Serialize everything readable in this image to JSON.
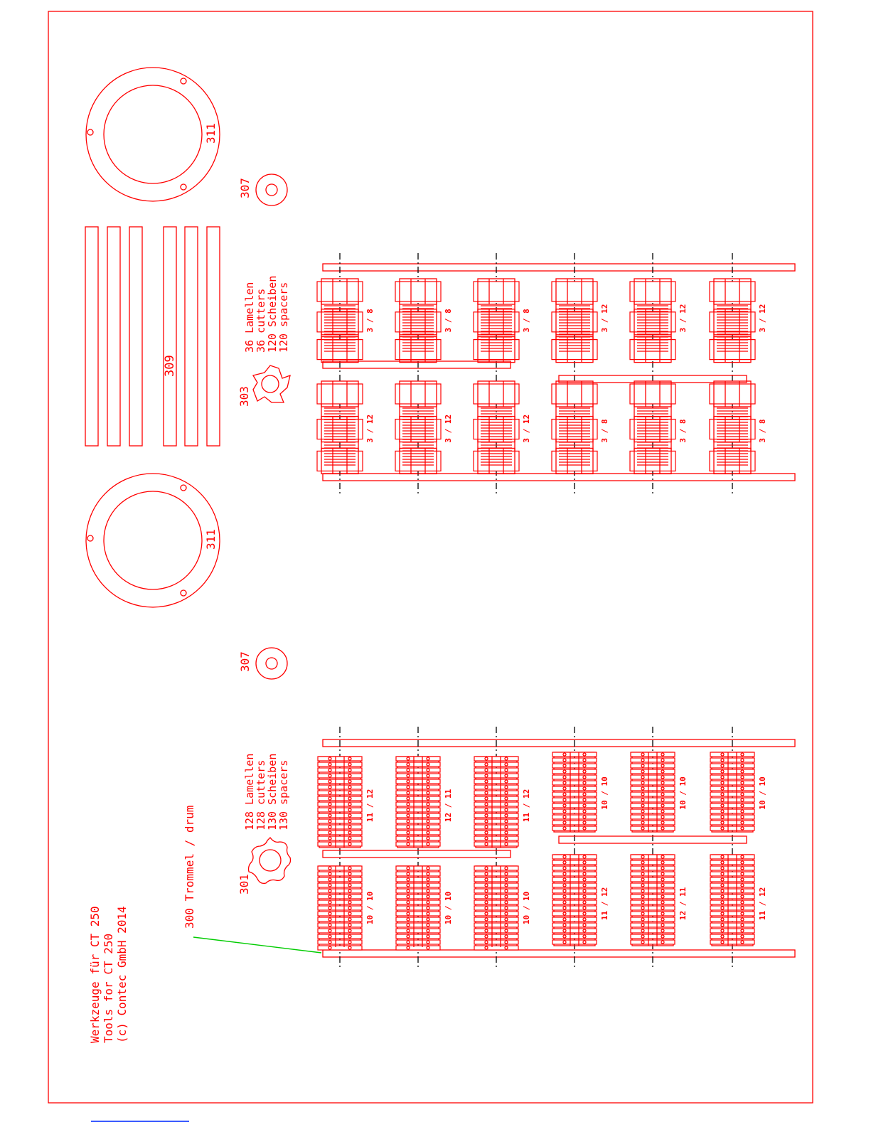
{
  "title": {
    "line1": "Werkzeuge für CT 250",
    "line2": "Tools for CT 250",
    "line3": "(c) Contec GmbH 2014"
  },
  "labels": {
    "ring_top": "311",
    "ring_bottom": "311",
    "washer_top": "307",
    "washer_bottom": "307",
    "bars": "309",
    "cutter_small": "303",
    "cutter_large": "301",
    "drum": "300 Trommel / drum"
  },
  "upper_legend": [
    "36 Lamellen",
    "36 cutters",
    "120 Scheiben",
    "120 spacers"
  ],
  "lower_legend": [
    "128 Lamellen",
    "128 cutters",
    "130 Scheiben",
    "130 spacers"
  ],
  "upper_stacks": {
    "row_top": [
      "3 / 8",
      "3 / 8",
      "3 / 8",
      "3 / 12",
      "3 / 12",
      "3 / 12"
    ],
    "row_bottom": [
      "3 / 12",
      "3 / 12",
      "3 / 12",
      "3 / 8",
      "3 / 8",
      "3 / 8"
    ]
  },
  "lower_stacks": {
    "row_top": [
      "11 / 12",
      "12 / 11",
      "11 / 12",
      "10 / 10",
      "10 / 10",
      "10 / 10"
    ],
    "row_bottom": [
      "10 / 10",
      "10 / 10",
      "10 / 10",
      "11 / 12",
      "12 / 11",
      "11 / 12"
    ]
  },
  "colors": {
    "drawing": "#ff0000",
    "axis": "#000000",
    "leader": "#00cc00",
    "link": "#3b5bff"
  }
}
